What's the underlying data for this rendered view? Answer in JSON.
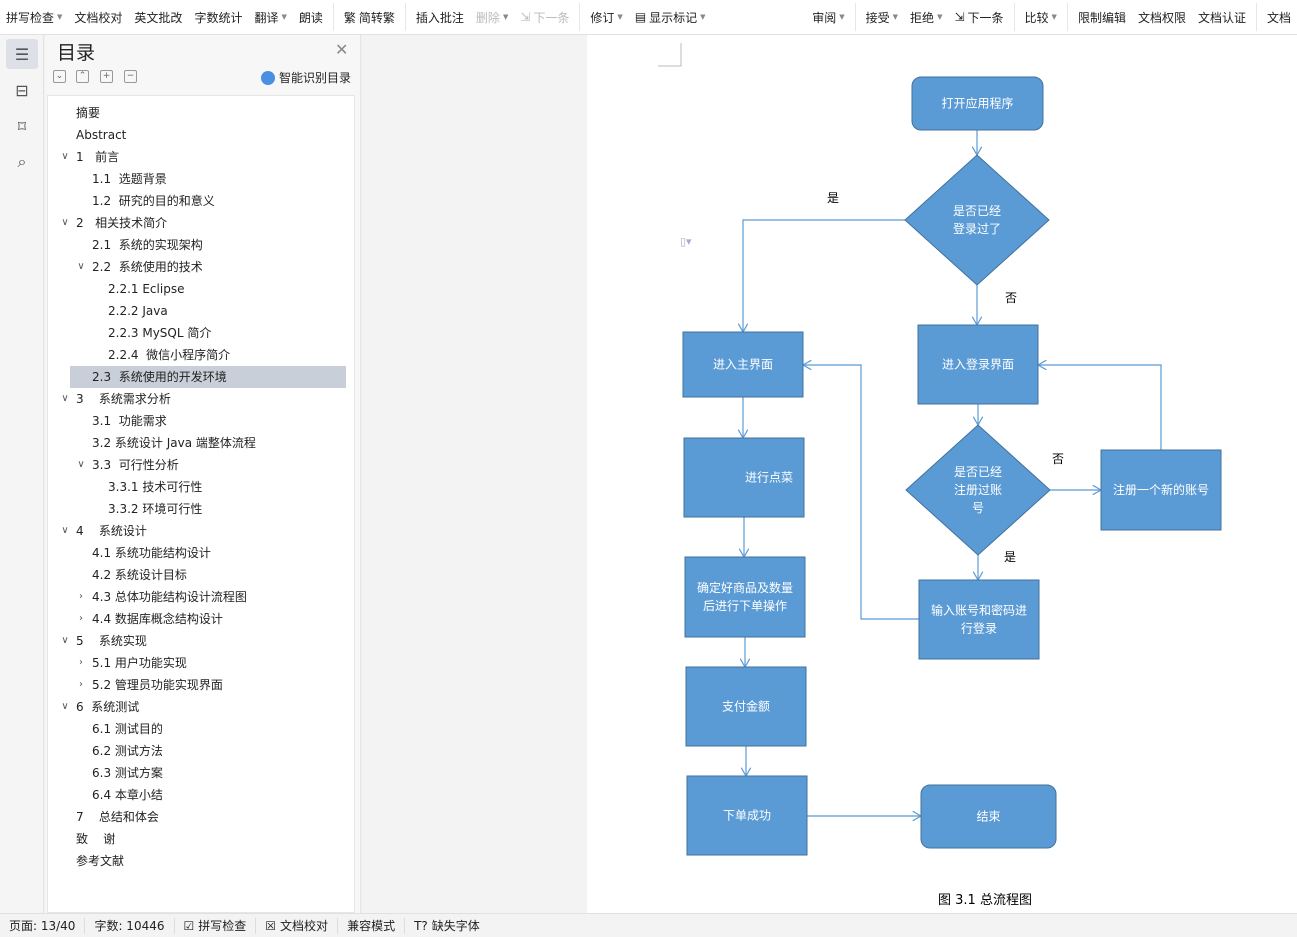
{
  "toolbar": {
    "items": [
      {
        "label": "拼写检查",
        "caret": true
      },
      {
        "label": "文档校对"
      },
      {
        "label": "英文批改"
      },
      {
        "label": "字数统计"
      },
      {
        "label": "翻译",
        "caret": true
      },
      {
        "label": "朗读"
      },
      {
        "label": "简转繁",
        "icon": "繁",
        "sep": true
      },
      {
        "label": "插入批注",
        "sep": true
      },
      {
        "label": "删除",
        "caret": true,
        "disabled": true
      },
      {
        "label": "下一条",
        "icon": "⇲",
        "disabled": true
      },
      {
        "label": "修订",
        "caret": true,
        "sep": true
      },
      {
        "label": "显示标记",
        "caret": true,
        "icon": "▤"
      }
    ],
    "right_items": [
      {
        "label": "审阅",
        "caret": true
      },
      {
        "label": "接受",
        "caret": true,
        "sep": true
      },
      {
        "label": "拒绝",
        "caret": true
      },
      {
        "label": "下一条",
        "icon": "⇲"
      },
      {
        "label": "比较",
        "caret": true,
        "sep": true
      },
      {
        "label": "限制编辑",
        "sep": true
      },
      {
        "label": "文档权限"
      },
      {
        "label": "文档认证"
      },
      {
        "label": "文档",
        "sep": true
      }
    ]
  },
  "toc": {
    "title": "目录",
    "smart_label": "智能识别目录",
    "items": [
      {
        "label": "摘要",
        "level": 0,
        "state": "none"
      },
      {
        "label": "Abstract",
        "level": 0,
        "state": "none"
      },
      {
        "label": "1   前言",
        "level": 0,
        "state": "open"
      },
      {
        "label": "1.1  选题背景",
        "level": 1,
        "state": "none"
      },
      {
        "label": "1.2  研究的目的和意义",
        "level": 1,
        "state": "none"
      },
      {
        "label": "2   相关技术简介",
        "level": 0,
        "state": "open"
      },
      {
        "label": "2.1  系统的实现架构",
        "level": 1,
        "state": "none"
      },
      {
        "label": "2.2  系统使用的技术",
        "level": 1,
        "state": "open"
      },
      {
        "label": "2.2.1 Eclipse",
        "level": 2,
        "state": "none"
      },
      {
        "label": "2.2.2 Java",
        "level": 2,
        "state": "none"
      },
      {
        "label": "2.2.3 MySQL 简介",
        "level": 2,
        "state": "none"
      },
      {
        "label": "2.2.4  微信小程序简介",
        "level": 2,
        "state": "none"
      },
      {
        "label": "2.3  系统使用的开发环境",
        "level": 1,
        "state": "none",
        "selected": true
      },
      {
        "label": "3    系统需求分析",
        "level": 0,
        "state": "open"
      },
      {
        "label": "3.1  功能需求",
        "level": 1,
        "state": "none"
      },
      {
        "label": "3.2 系统设计 Java 端整体流程",
        "level": 1,
        "state": "none"
      },
      {
        "label": "3.3  可行性分析",
        "level": 1,
        "state": "open"
      },
      {
        "label": "3.3.1 技术可行性",
        "level": 2,
        "state": "none"
      },
      {
        "label": "3.3.2 环境可行性",
        "level": 2,
        "state": "none"
      },
      {
        "label": "4    系统设计",
        "level": 0,
        "state": "open"
      },
      {
        "label": "4.1 系统功能结构设计",
        "level": 1,
        "state": "none"
      },
      {
        "label": "4.2 系统设计目标",
        "level": 1,
        "state": "none"
      },
      {
        "label": "4.3 总体功能结构设计流程图",
        "level": 1,
        "state": "closed"
      },
      {
        "label": "4.4 数据库概念结构设计",
        "level": 1,
        "state": "closed"
      },
      {
        "label": "5    系统实现",
        "level": 0,
        "state": "open"
      },
      {
        "label": "5.1 用户功能实现",
        "level": 1,
        "state": "closed"
      },
      {
        "label": "5.2 管理员功能实现界面",
        "level": 1,
        "state": "closed"
      },
      {
        "label": "6  系统测试",
        "level": 0,
        "state": "open"
      },
      {
        "label": "6.1 测试目的",
        "level": 1,
        "state": "none"
      },
      {
        "label": "6.2 测试方法",
        "level": 1,
        "state": "none"
      },
      {
        "label": "6.3 测试方案",
        "level": 1,
        "state": "none"
      },
      {
        "label": "6.4 本章小结",
        "level": 1,
        "state": "none"
      },
      {
        "label": "7    总结和体会",
        "level": 0,
        "state": "none"
      },
      {
        "label": "致    谢",
        "level": 0,
        "state": "none"
      },
      {
        "label": "参考文献",
        "level": 0,
        "state": "none"
      }
    ]
  },
  "flowchart": {
    "start": "打开应用程序",
    "q_login": [
      "是否已经",
      "登录过了"
    ],
    "yes1": "是",
    "no1": "否",
    "main": "进入主界面",
    "login": "进入登录界面",
    "order": "进行点菜",
    "q_reg": [
      "是否已经",
      "注册过账",
      "号"
    ],
    "no2": "否",
    "yes2": "是",
    "register": "注册一个新的账号",
    "confirm": [
      "确定好商品及数量",
      "后进行下单操作"
    ],
    "input": [
      "输入账号和密码进",
      "行登录"
    ],
    "pay": "支付金额",
    "success": "下单成功",
    "end": "结束",
    "caption": "图 3.1  总流程图",
    "colors": {
      "fill": "#5b9bd5",
      "stroke": "#41719c",
      "line": "#5b9bd5"
    }
  },
  "status": {
    "page": "页面: 13/40",
    "words": "字数: 10446",
    "spell": "拼写检查",
    "proof": "文档校对",
    "compat": "兼容模式",
    "font": "缺失字体"
  }
}
